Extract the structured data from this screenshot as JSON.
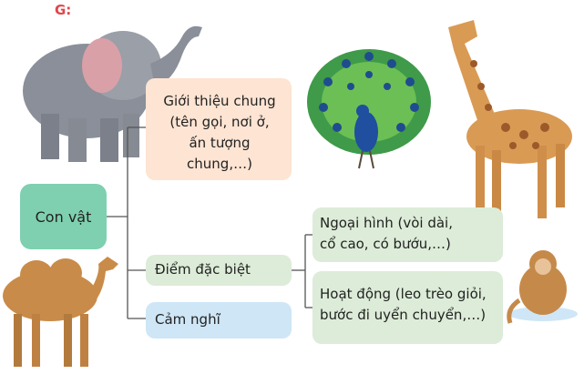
{
  "hint_label": "G:",
  "root": {
    "label": "Con vật"
  },
  "intro": {
    "lines": [
      "Giới thiệu chung",
      "(tên gọi, nơi ở,",
      "ấn tượng chung,…)"
    ]
  },
  "special": {
    "label": "Điểm đặc biệt"
  },
  "looks": {
    "lines": [
      "Ngoại hình (vòi dài,",
      "cổ cao, có bướu,…)"
    ]
  },
  "acts": {
    "lines": [
      "Hoạt động (leo trèo giỏi,",
      "bước đi uyển chuyển,…)"
    ]
  },
  "feel": {
    "label": "Cảm nghĩ"
  },
  "colors": {
    "root": "#7fd0b0",
    "intro": "#fde4d3",
    "special": "#dcecd8",
    "feel": "#cfe6f6",
    "connector": "#555555"
  },
  "illustrations": [
    "elephant-illustration",
    "peacock-illustration",
    "giraffe-illustration",
    "camel-illustration",
    "monkey-illustration"
  ]
}
